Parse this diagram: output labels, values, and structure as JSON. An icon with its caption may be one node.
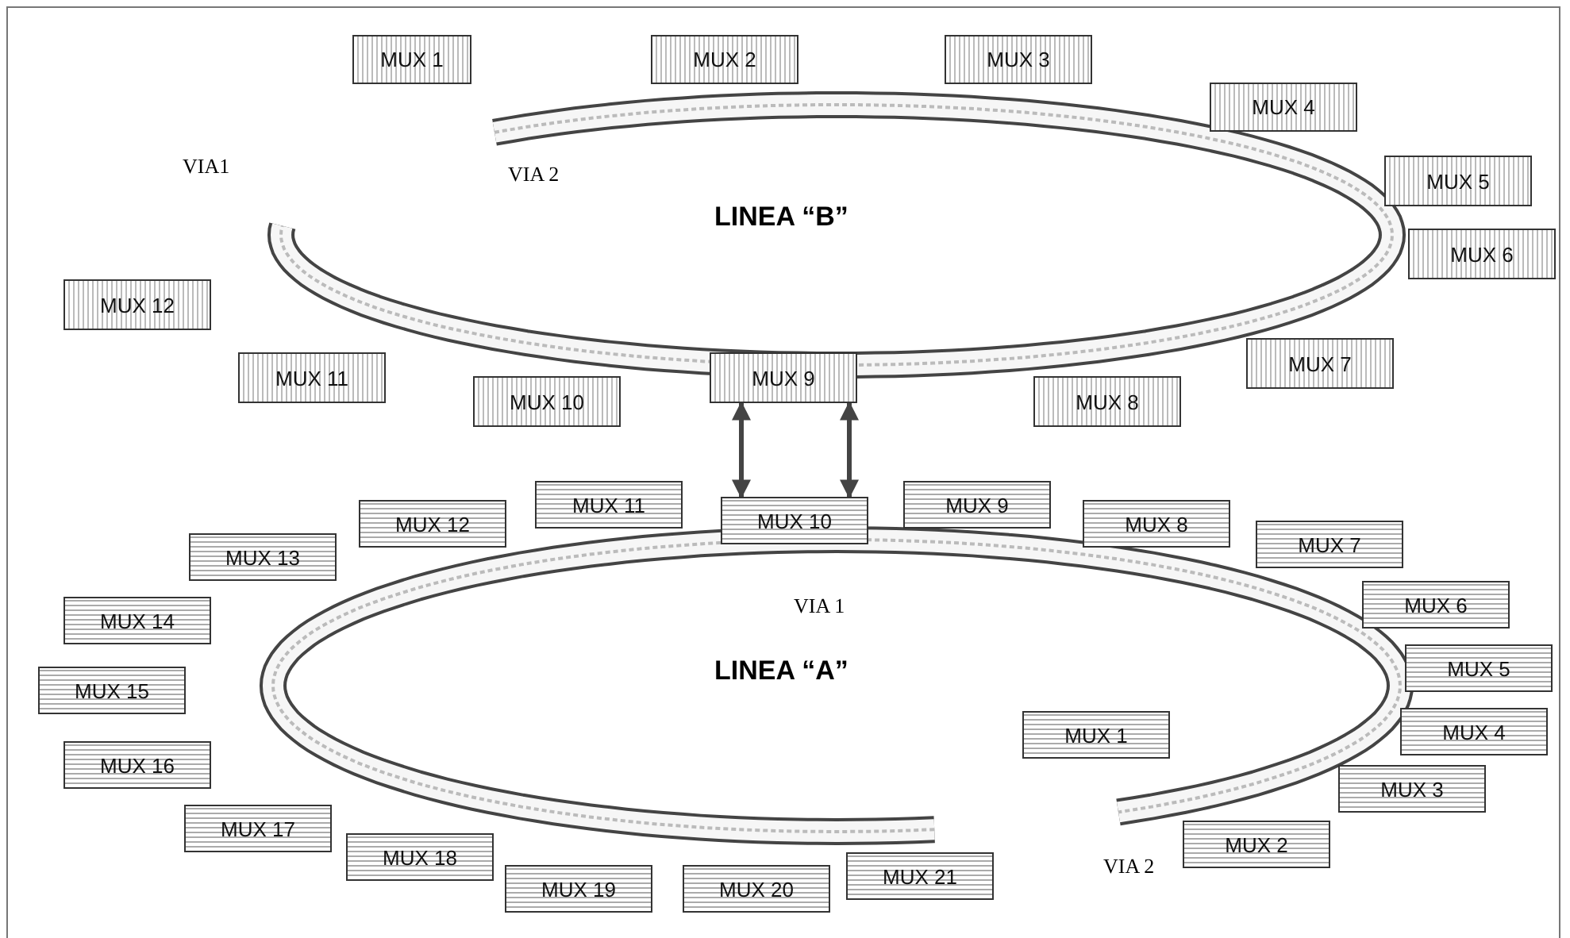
{
  "diagram": {
    "nodes": [
      {
        "text": [
          "LINEA “B”"
        ]
      },
      {
        "text": [
          "MUX 1"
        ]
      },
      {
        "text": [
          "MUX 2"
        ]
      },
      {
        "text": [
          "MUX 3"
        ]
      },
      {
        "text": [
          "MUX 4"
        ]
      },
      {
        "text": [
          "MUX 5"
        ]
      },
      {
        "text": [
          "MUX 6"
        ]
      },
      {
        "text": [
          "MUX 7"
        ]
      },
      {
        "text": [
          "MUX 8"
        ]
      },
      {
        "text": [
          "MUX 9"
        ]
      },
      {
        "text": [
          "MUX 10"
        ]
      },
      {
        "text": [
          "MUX 11"
        ]
      },
      {
        "text": [
          "MUX 12"
        ]
      },
      {
        "text": [
          "LINEA “A”"
        ]
      },
      {
        "text": [
          "MUX 1"
        ],
        "in": 13
      },
      {
        "text": [
          "MUX 2"
        ]
      },
      {
        "text": [
          "MUX 3"
        ]
      },
      {
        "text": [
          "MUX 4"
        ]
      },
      {
        "text": [
          "MUX 5"
        ]
      },
      {
        "text": [
          "MUX 6"
        ]
      },
      {
        "text": [
          "MUX 7"
        ]
      },
      {
        "text": [
          "MUX 8"
        ]
      },
      {
        "text": [
          "MUX 9"
        ]
      },
      {
        "text": [
          "MUX 10"
        ]
      },
      {
        "text": [
          "MUX 11"
        ]
      },
      {
        "text": [
          "MUX 12"
        ]
      },
      {
        "text": [
          "MUX 13"
        ]
      },
      {
        "text": [
          "MUX 14"
        ]
      },
      {
        "text": [
          "MUX 15"
        ]
      },
      {
        "text": [
          "MUX 16"
        ]
      },
      {
        "text": [
          "MUX 17"
        ]
      },
      {
        "text": [
          "MUX 18"
        ]
      },
      {
        "text": [
          "MUX 19"
        ]
      },
      {
        "text": [
          "MUX 20"
        ]
      },
      {
        "text": [
          "MUX 21"
        ]
      }
    ],
    "edges": [
      {
        "from": 9,
        "to": 23,
        "arrow": "both"
      },
      {
        "from": 9,
        "to": 23,
        "arrow": "both"
      }
    ],
    "labels": [
      "VIA1",
      "VIA 2",
      "VIA 1",
      "VIA 2"
    ]
  }
}
